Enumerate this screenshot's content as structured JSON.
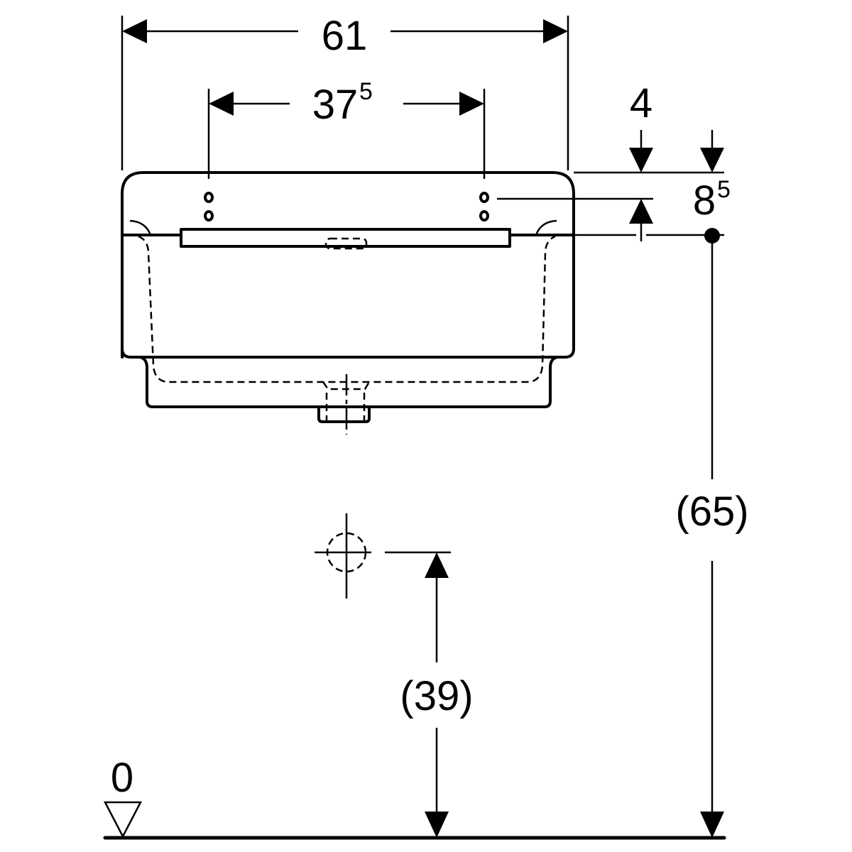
{
  "drawing": {
    "width_label": "61",
    "hole_spacing_label": "37",
    "hole_spacing_sup": "5",
    "hole_offset_label": "4",
    "rim_height_label": "8",
    "rim_height_sup": "5",
    "rim_from_floor_label": "(65)",
    "drain_height_label": "(39)",
    "floor_level_label": "0",
    "line_color": "#000000",
    "background_color": "#ffffff"
  }
}
